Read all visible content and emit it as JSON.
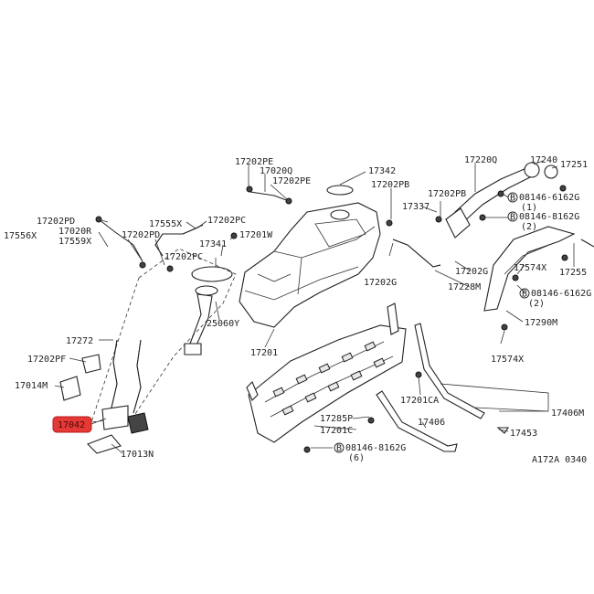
{
  "labels": {
    "l17202PE_a": "17202PE",
    "l17020Q": "17020Q",
    "l17202PE_b": "17202PE",
    "l17342": "17342",
    "l17202PB_a": "17202PB",
    "l17202PB_b": "17202PB",
    "l17337": "17337",
    "l17220Q": "17220Q",
    "l17240": "17240",
    "l17251": "17251",
    "l08146_6162G_a": "08146-6162G",
    "l08146_6162G_a_qty": "(1)",
    "l08146_8162G_a": "08146-8162G",
    "l08146_8162G_a_qty": "(2)",
    "l17202PD_a": "17202PD",
    "l17020R": "17020R",
    "l17556X": "17556X",
    "l17559X": "17559X",
    "l17555X": "17555X",
    "l17202PC_a": "17202PC",
    "l17202PD_b": "17202PD",
    "l17201W": "17201W",
    "l17341": "17341",
    "l17202PC_b": "17202PC",
    "l17202G_a": "17202G",
    "l17202G_b": "17202G",
    "l17228M": "17228M",
    "l17574X_a": "17574X",
    "l17255": "17255",
    "l08146_6162G_b": "08146-6162G",
    "l08146_6162G_b_qty": "(2)",
    "l25060Y": "25060Y",
    "l17290M": "17290M",
    "l17272": "17272",
    "l17201": "17201",
    "l17574X_b": "17574X",
    "l17202PF": "17202PF",
    "l17014M": "17014M",
    "l17201CA": "17201CA",
    "l17406M": "17406M",
    "l17042": "17042",
    "l17285P": "17285P",
    "l17406": "17406",
    "l17453": "17453",
    "l17201C": "17201C",
    "l08146_8162G_b": "08146-8162G",
    "l08146_8162G_b_qty": "(6)",
    "l17013N": "17013N",
    "l_ref": "A172A 0340"
  },
  "bolt_marker": "B",
  "colors": {
    "highlight": "#e53935",
    "line": "#222222",
    "background": "#ffffff"
  }
}
